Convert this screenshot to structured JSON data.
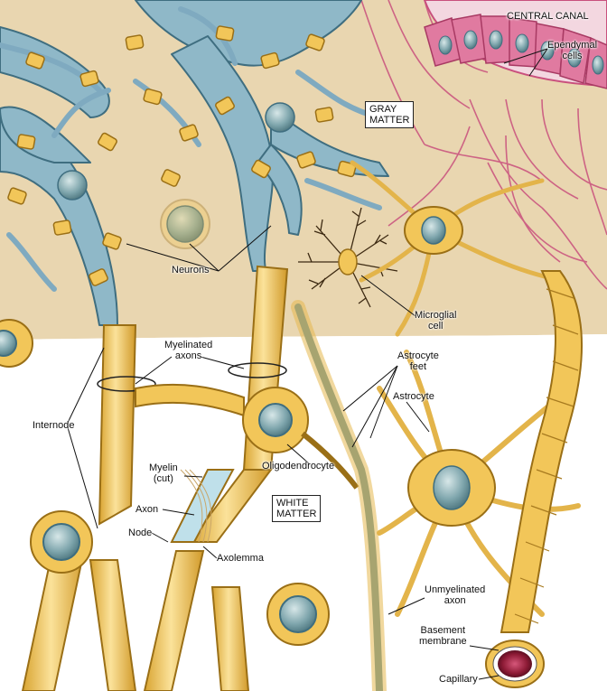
{
  "labels": {
    "central_canal": "CENTRAL CANAL",
    "ependymal_line1": "Ependymal",
    "ependymal_line2": "cells",
    "gray_line1": "GRAY",
    "gray_line2": "MATTER",
    "neurons": "Neurons",
    "microglial_line1": "Microglial",
    "microglial_line2": "cell",
    "myelinated_line1": "Myelinated",
    "myelinated_line2": "axons",
    "astrocyte_feet_line1": "Astrocyte",
    "astrocyte_feet_line2": "feet",
    "astrocyte": "Astrocyte",
    "internode": "Internode",
    "oligodendrocyte": "Oligodendrocyte",
    "myelin_line1": "Myelin",
    "myelin_line2": "(cut)",
    "white_line1": "WHITE",
    "white_line2": "MATTER",
    "axon": "Axon",
    "node": "Node",
    "axolemma": "Axolemma",
    "unmyelinated_line1": "Unmyelinated",
    "unmyelinated_line2": "axon",
    "basement_line1": "Basement",
    "basement_line2": "membrane",
    "capillary": "Capillary"
  },
  "colors": {
    "gray_matter_bg": "#e9d6b0",
    "white_matter_bg": "#ffffff",
    "neuron_blue": "#8fb8c8",
    "neuron_outline": "#3f6e80",
    "glia_yellow": "#f2c659",
    "glia_outline": "#9a6f16",
    "ependymal_pink": "#d9668f",
    "nucleus": "#6f9aa2",
    "capillary_red": "#9a1f3a"
  }
}
